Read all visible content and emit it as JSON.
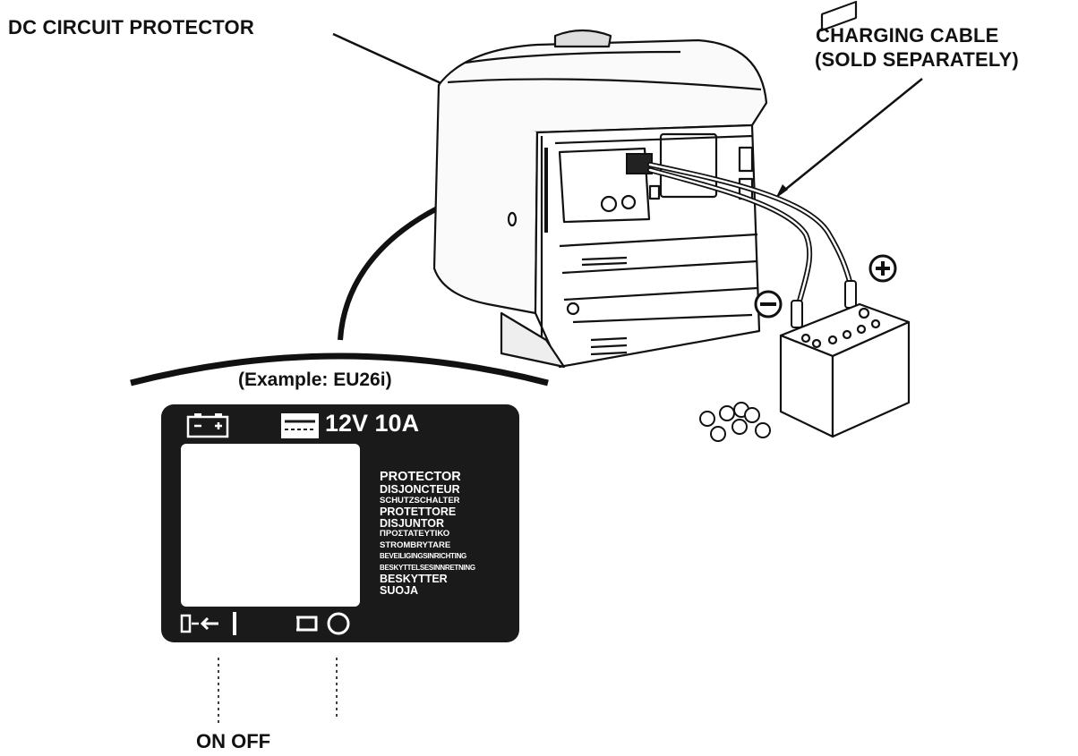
{
  "labels": {
    "dc_circuit_protector": "DC CIRCUIT PROTECTOR",
    "charging_cable_line1": "CHARGING CABLE",
    "charging_cable_line2": "(SOLD SEPARATELY)",
    "example": "(Example: EU26i)",
    "on_off": "ON OFF"
  },
  "panel": {
    "rating": "12V 10A",
    "languages": [
      "PROTECTOR",
      "DISJONCTEUR",
      "SCHUTZSCHALTER",
      "PROTETTORE",
      "DISJUNTOR",
      "ΠΡΟΣΤΑΤΕΥΤΙΚΟ",
      "STROMBRYTARE",
      "BEVEILIGINGSINRICHTING",
      "BESKYTTELSESINNRETNING",
      "BESKYTTER",
      "SUOJA"
    ]
  },
  "icons": [
    "battery-icon",
    "dc-symbol-icon",
    "on-symbol-icon",
    "off-symbol-icon",
    "plus-terminal-icon",
    "minus-terminal-icon"
  ],
  "colors": {
    "ink": "#111111",
    "panel": "#1a1a1a",
    "paper": "#ffffff"
  }
}
